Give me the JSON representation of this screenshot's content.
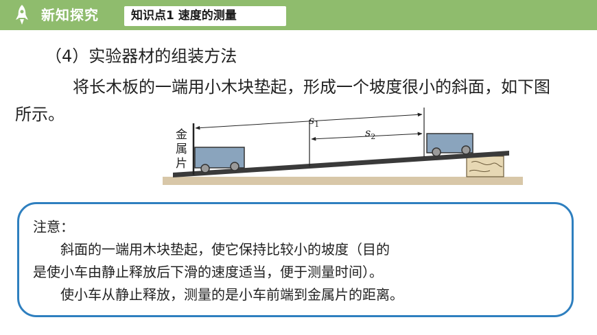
{
  "header": {
    "section": "新知探究",
    "topic": "知识点1 速度的测量",
    "bar_color": "#8fbc6d"
  },
  "content": {
    "subheading": "（4）实验器材的组装方法",
    "paragraph": "将长木板的一端用小木块垫起，形成一个坡度很小的斜面，如下图所示。"
  },
  "diagram": {
    "label_metal": [
      "金",
      "属",
      "片"
    ],
    "s1": "s",
    "s1_sub": "1",
    "s2": "s",
    "s2_sub": "2"
  },
  "note": {
    "label": "注意：",
    "line1": "　　斜面的一端用木块垫起，使它保持比较小的坡度（目的",
    "line2": "是使小车由静止释放后下滑的速度适当，便于测量时间）。",
    "line3": "　　使小车从静止释放，测量的是小车前端到金属片的距离。",
    "border_color": "#2e7fbf"
  }
}
